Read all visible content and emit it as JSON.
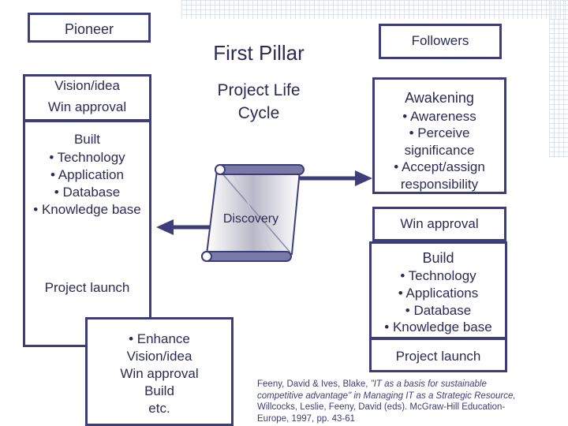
{
  "left": {
    "pioneer": "Pioneer",
    "vision": "Vision/idea",
    "win_approval": "Win approval",
    "built_title": "Built",
    "built_items": [
      "• Technology",
      "• Application",
      "• Database",
      "• Knowledge base"
    ],
    "project_launch": "Project launch"
  },
  "center": {
    "title": "First Pillar",
    "subtitle_line1": "Project Life",
    "subtitle_line2": "Cycle",
    "scroll_label": "Discovery"
  },
  "enhance": {
    "lines": [
      "• Enhance",
      "Vision/idea",
      "Win approval",
      "Build",
      "etc."
    ]
  },
  "right": {
    "followers": "Followers",
    "awakening_title": "Awakening",
    "awakening_items": [
      "• Awareness",
      "• Perceive",
      "significance",
      "• Accept/assign",
      "responsibility"
    ],
    "win_approval": "Win approval",
    "build_title": "Build",
    "build_items": [
      "• Technology",
      "• Applications",
      "• Database",
      "• Knowledge base"
    ],
    "project_launch": "Project launch"
  },
  "citation": {
    "authors": "Feeny, David & Ives, Blake,",
    "title": "\"IT as a basis for sustainable competitive advantage\" in Managing IT as a Strategic Resource,",
    "editors": "Willcocks, Leslie, Feeny, David (eds). McGraw-Hill Education-Europe, 1997, pp. 43-61"
  },
  "colors": {
    "border": "#3d3d7a",
    "text": "#2b2b55",
    "scroll_fill": "#b8b8c8"
  }
}
